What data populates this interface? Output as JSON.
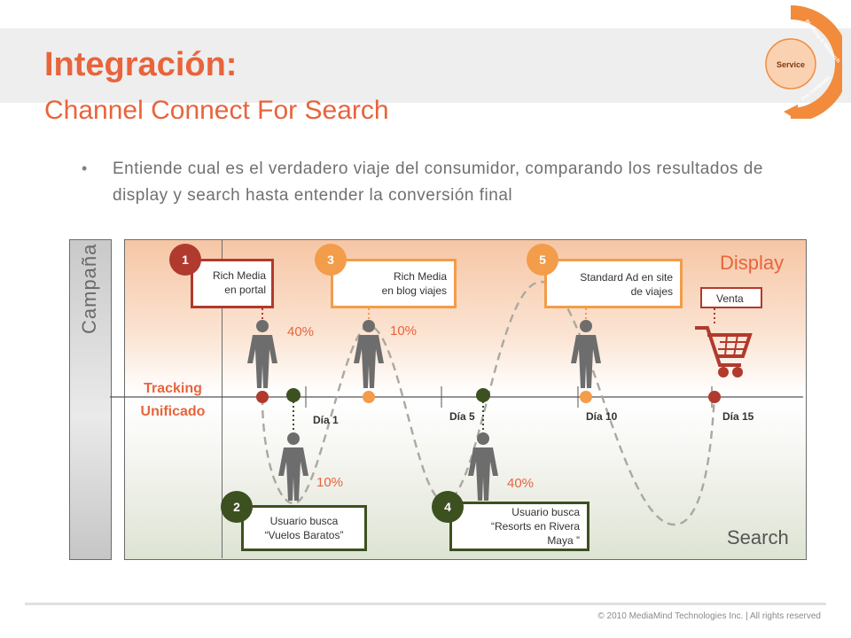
{
  "header": {
    "title": "Integración:",
    "subtitle": "Channel Connect For Search",
    "bullet": "Entiende cual es el verdadero viaje del consumidor, comparando los resultados de display y search hasta entender la conversión final"
  },
  "logo": {
    "center": "Service",
    "arc_top": "Planning & Research",
    "arc_bottom": "Pre Campaign"
  },
  "diagram": {
    "campaign_label": "Campaña",
    "tracking_label": "Tracking\nUnificado",
    "display_label": "Display",
    "search_label": "Search",
    "steps": [
      {
        "number": "1",
        "text": "Rich Media\nen portal",
        "channel": "display",
        "color": "#b03a2e"
      },
      {
        "number": "2",
        "text": "Usuario busca\n“Vuelos Baratos”",
        "channel": "search",
        "color": "#3d5020"
      },
      {
        "number": "3",
        "text": "Rich Media\nen blog viajes",
        "channel": "display",
        "color": "#f39c4a"
      },
      {
        "number": "4",
        "text": "Usuario busca\n“Resorts en Rivera\nMaya ”",
        "channel": "search",
        "color": "#3d5020"
      },
      {
        "number": "5",
        "text": "Standard  Ad en site\nde viajes",
        "channel": "display",
        "color": "#f39c4a"
      }
    ],
    "sale_label": "Venta",
    "percentages": [
      "40%",
      "10%",
      "10%",
      "40%"
    ],
    "days": [
      "Día 1",
      "Día 5",
      "Día 10",
      "Día 15"
    ],
    "icons": [
      "person-icon",
      "shopping-cart-icon"
    ]
  },
  "footer": {
    "copyright": "© 2010 MediaMind Technologies Inc. | All rights reserved"
  }
}
